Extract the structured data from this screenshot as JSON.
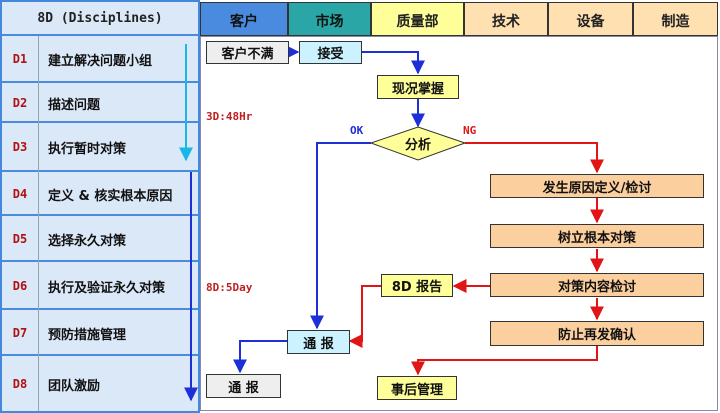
{
  "left_header": "8D (Disciplines)",
  "columns": [
    "客户",
    "市场",
    "质量部",
    "技术",
    "设备",
    "制造"
  ],
  "steps": [
    {
      "code": "D1",
      "text": "建立解决问题小组"
    },
    {
      "code": "D2",
      "text": "描述问题"
    },
    {
      "code": "D3",
      "text": "执行暂时对策"
    },
    {
      "code": "D4",
      "text": "定义 & 核实根本原因"
    },
    {
      "code": "D5",
      "text": "选择永久对策"
    },
    {
      "code": "D6",
      "text": "执行及验证永久对策"
    },
    {
      "code": "D7",
      "text": "预防措施管理"
    },
    {
      "code": "D8",
      "text": "团队激励"
    }
  ],
  "timers": {
    "d3": "3D:48Hr",
    "d6": "8D:5Day"
  },
  "boxes": {
    "complaint": "客户不满",
    "accept": "接受",
    "grasp": "现况掌握",
    "analyze": "分析",
    "cause_check": "发生原因定义/检讨",
    "root_fix": "树立根本对策",
    "review": "对策内容检讨",
    "report8d": "8D 报告",
    "notify_mid": "通  报",
    "prevent": "防止再发确认",
    "notify_customer": "通  报",
    "after_manage": "事后管理"
  },
  "branch_labels": {
    "ok": "OK",
    "ng": "NG"
  },
  "colors": {
    "left_panel": "#4488dd",
    "step_bg": "#dbe8f8",
    "col_header_blue": "#4a8be0",
    "col_header_teal": "#2aa6a6",
    "col_header_yellow": "#ffff99",
    "col_header_orange": "#ffe0b0",
    "box_cyan": "#ccf2ff",
    "box_yellow": "#ffff99",
    "box_orange": "#fccf9e",
    "box_gray": "#eeeeee",
    "arrow_blue": "#1d2fd6",
    "arrow_red": "#e01515"
  }
}
